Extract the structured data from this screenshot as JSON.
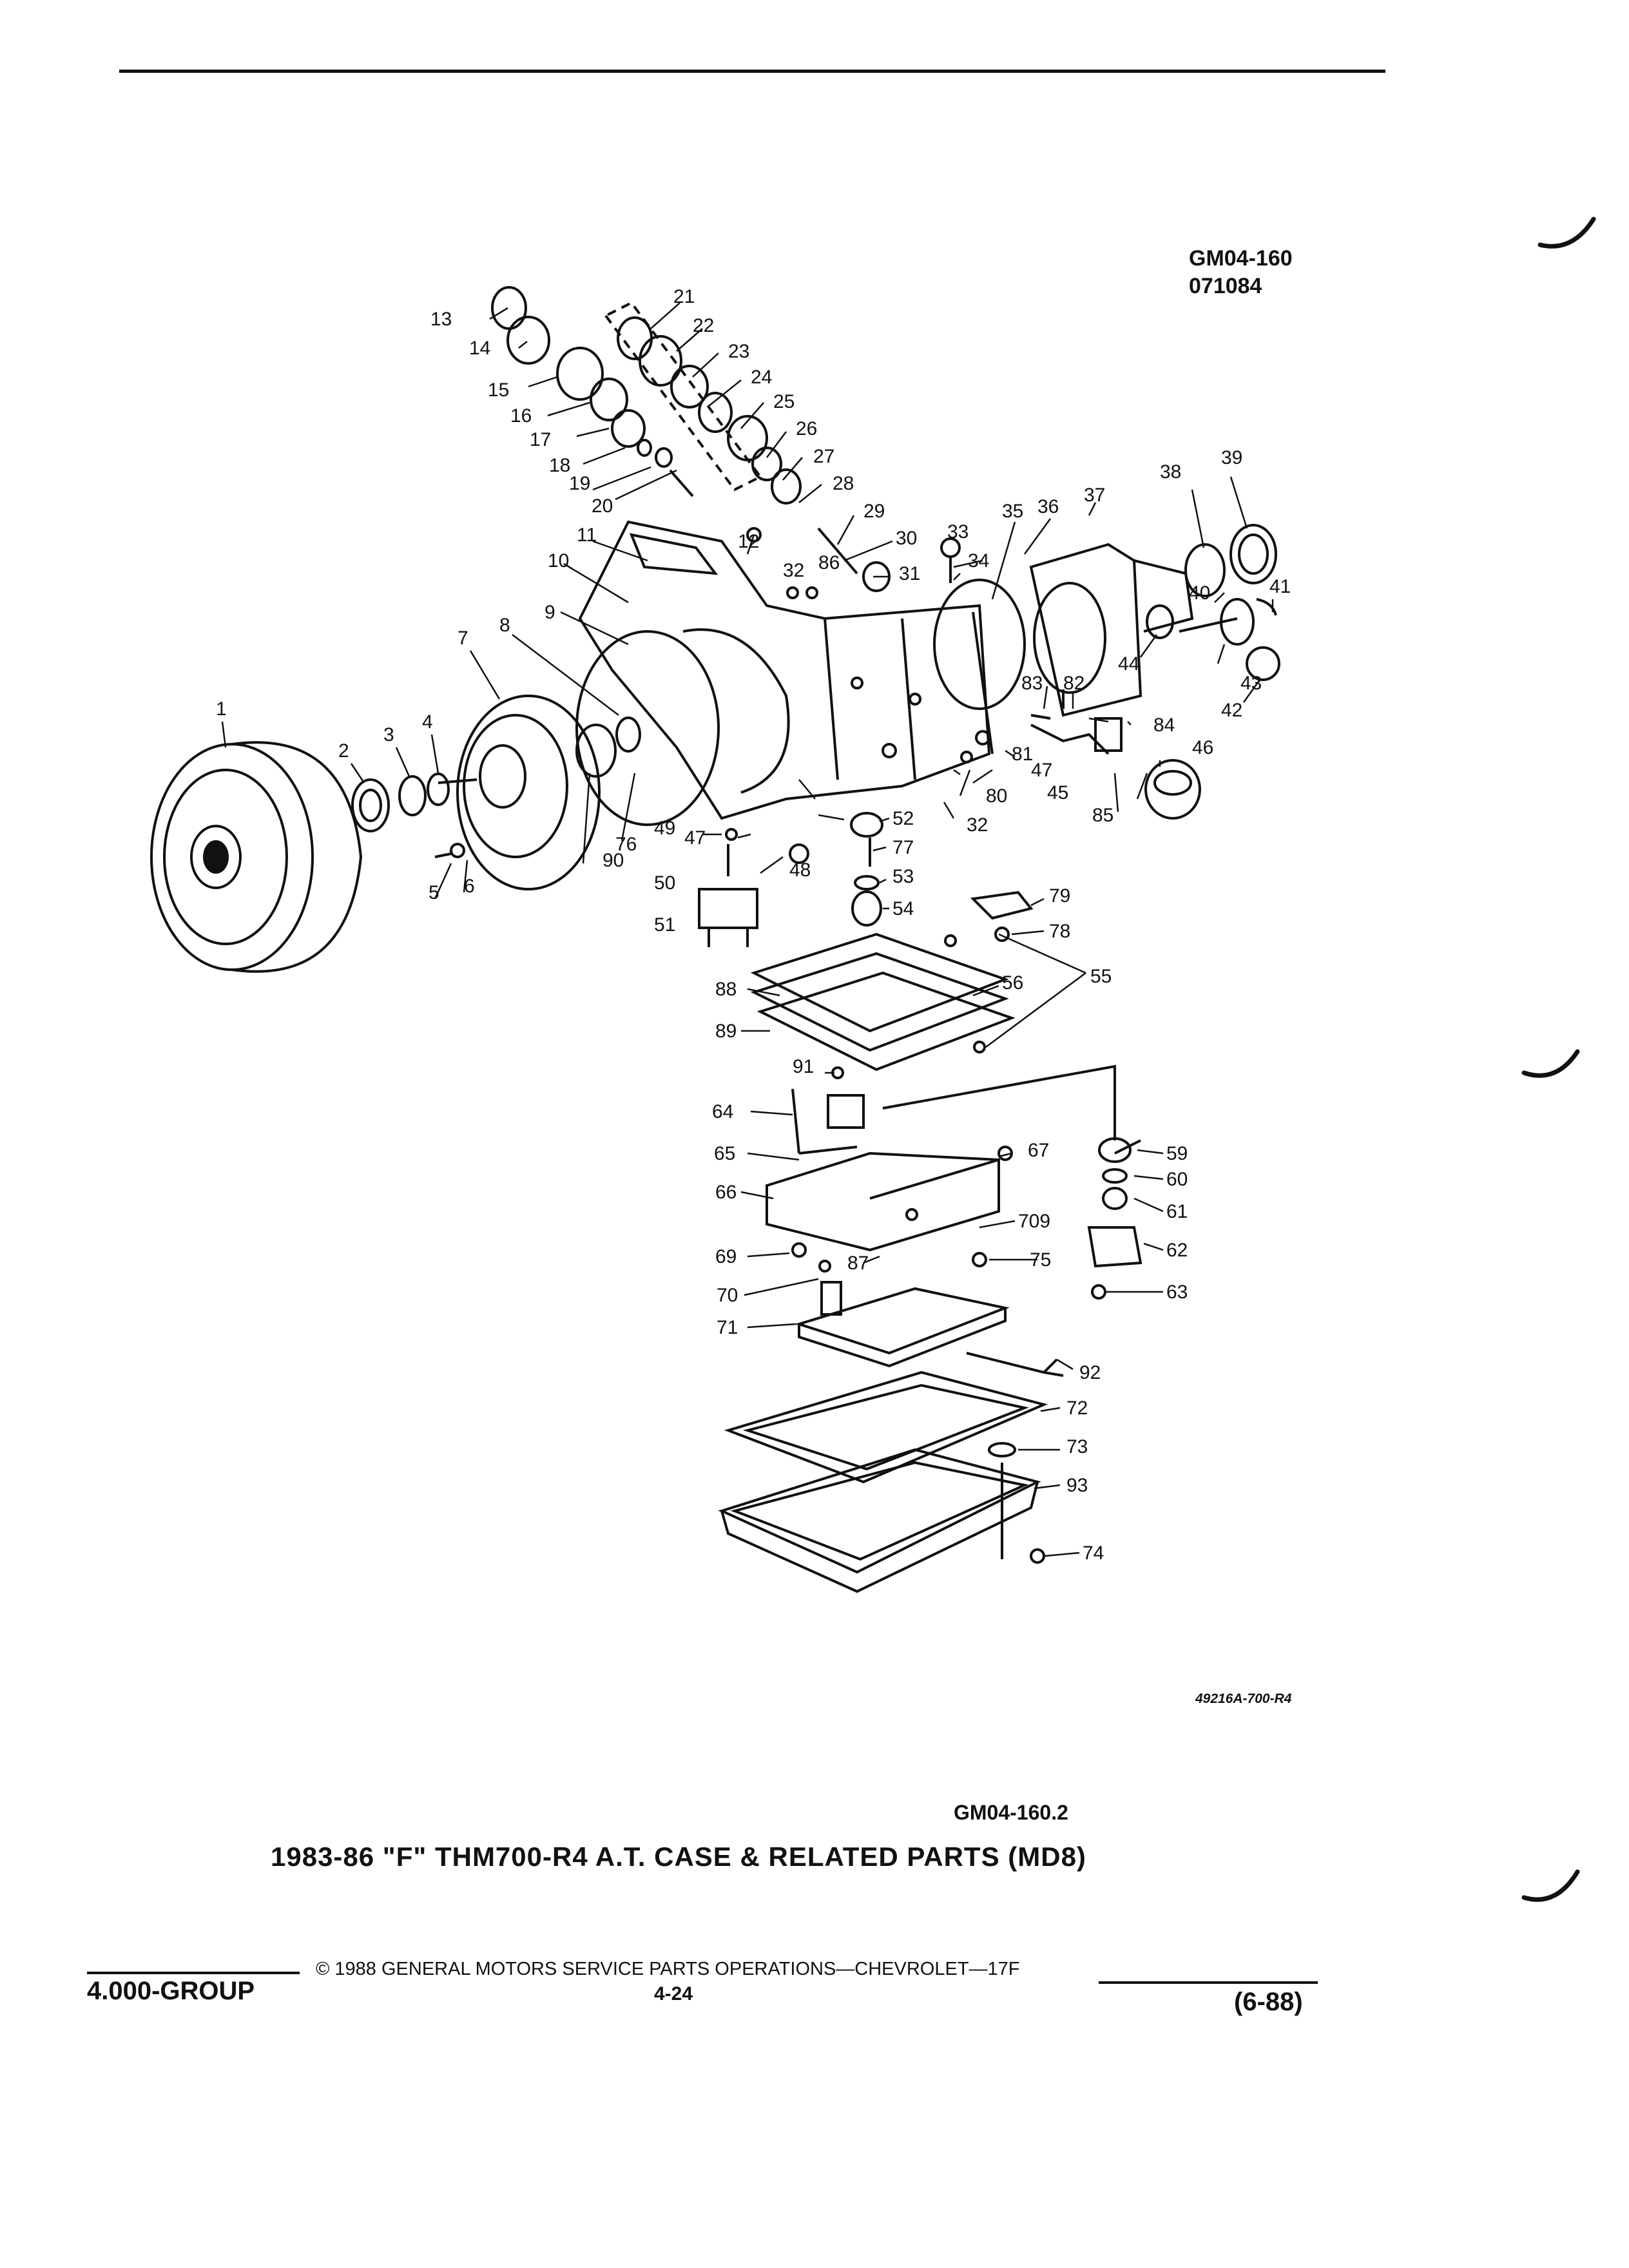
{
  "header": {
    "code": "GM04-160",
    "date": "071084"
  },
  "figure": {
    "illustration_number": "49216A-700-R4",
    "callouts": [
      "1",
      "2",
      "3",
      "4",
      "5",
      "6",
      "7",
      "8",
      "9",
      "10",
      "11",
      "12",
      "13",
      "14",
      "15",
      "16",
      "17",
      "18",
      "19",
      "20",
      "21",
      "22",
      "23",
      "24",
      "25",
      "26",
      "27",
      "28",
      "29",
      "30",
      "31",
      "32",
      "32",
      "33",
      "34",
      "35",
      "36",
      "37",
      "38",
      "39",
      "40",
      "41",
      "42",
      "43",
      "44",
      "45",
      "46",
      "47",
      "47",
      "48",
      "49",
      "50",
      "51",
      "52",
      "53",
      "54",
      "55",
      "56",
      "59",
      "60",
      "61",
      "62",
      "63",
      "64",
      "65",
      "66",
      "67",
      "69",
      "70",
      "71",
      "72",
      "73",
      "74",
      "75",
      "76",
      "77",
      "78",
      "79",
      "80",
      "81",
      "82",
      "83",
      "84",
      "85",
      "86",
      "87",
      "88",
      "89",
      "90",
      "91",
      "92",
      "93",
      "709"
    ]
  },
  "caption": {
    "code": "GM04-160.2",
    "title": "1983-86 \"F\" THM700-R4 A.T. CASE & RELATED PARTS (MD8)"
  },
  "footer": {
    "group": "4.000-GROUP",
    "copyright": "© 1988 GENERAL MOTORS SERVICE PARTS OPERATIONS—CHEVROLET—17F",
    "page": "4-24",
    "revision": "(6-88)"
  }
}
